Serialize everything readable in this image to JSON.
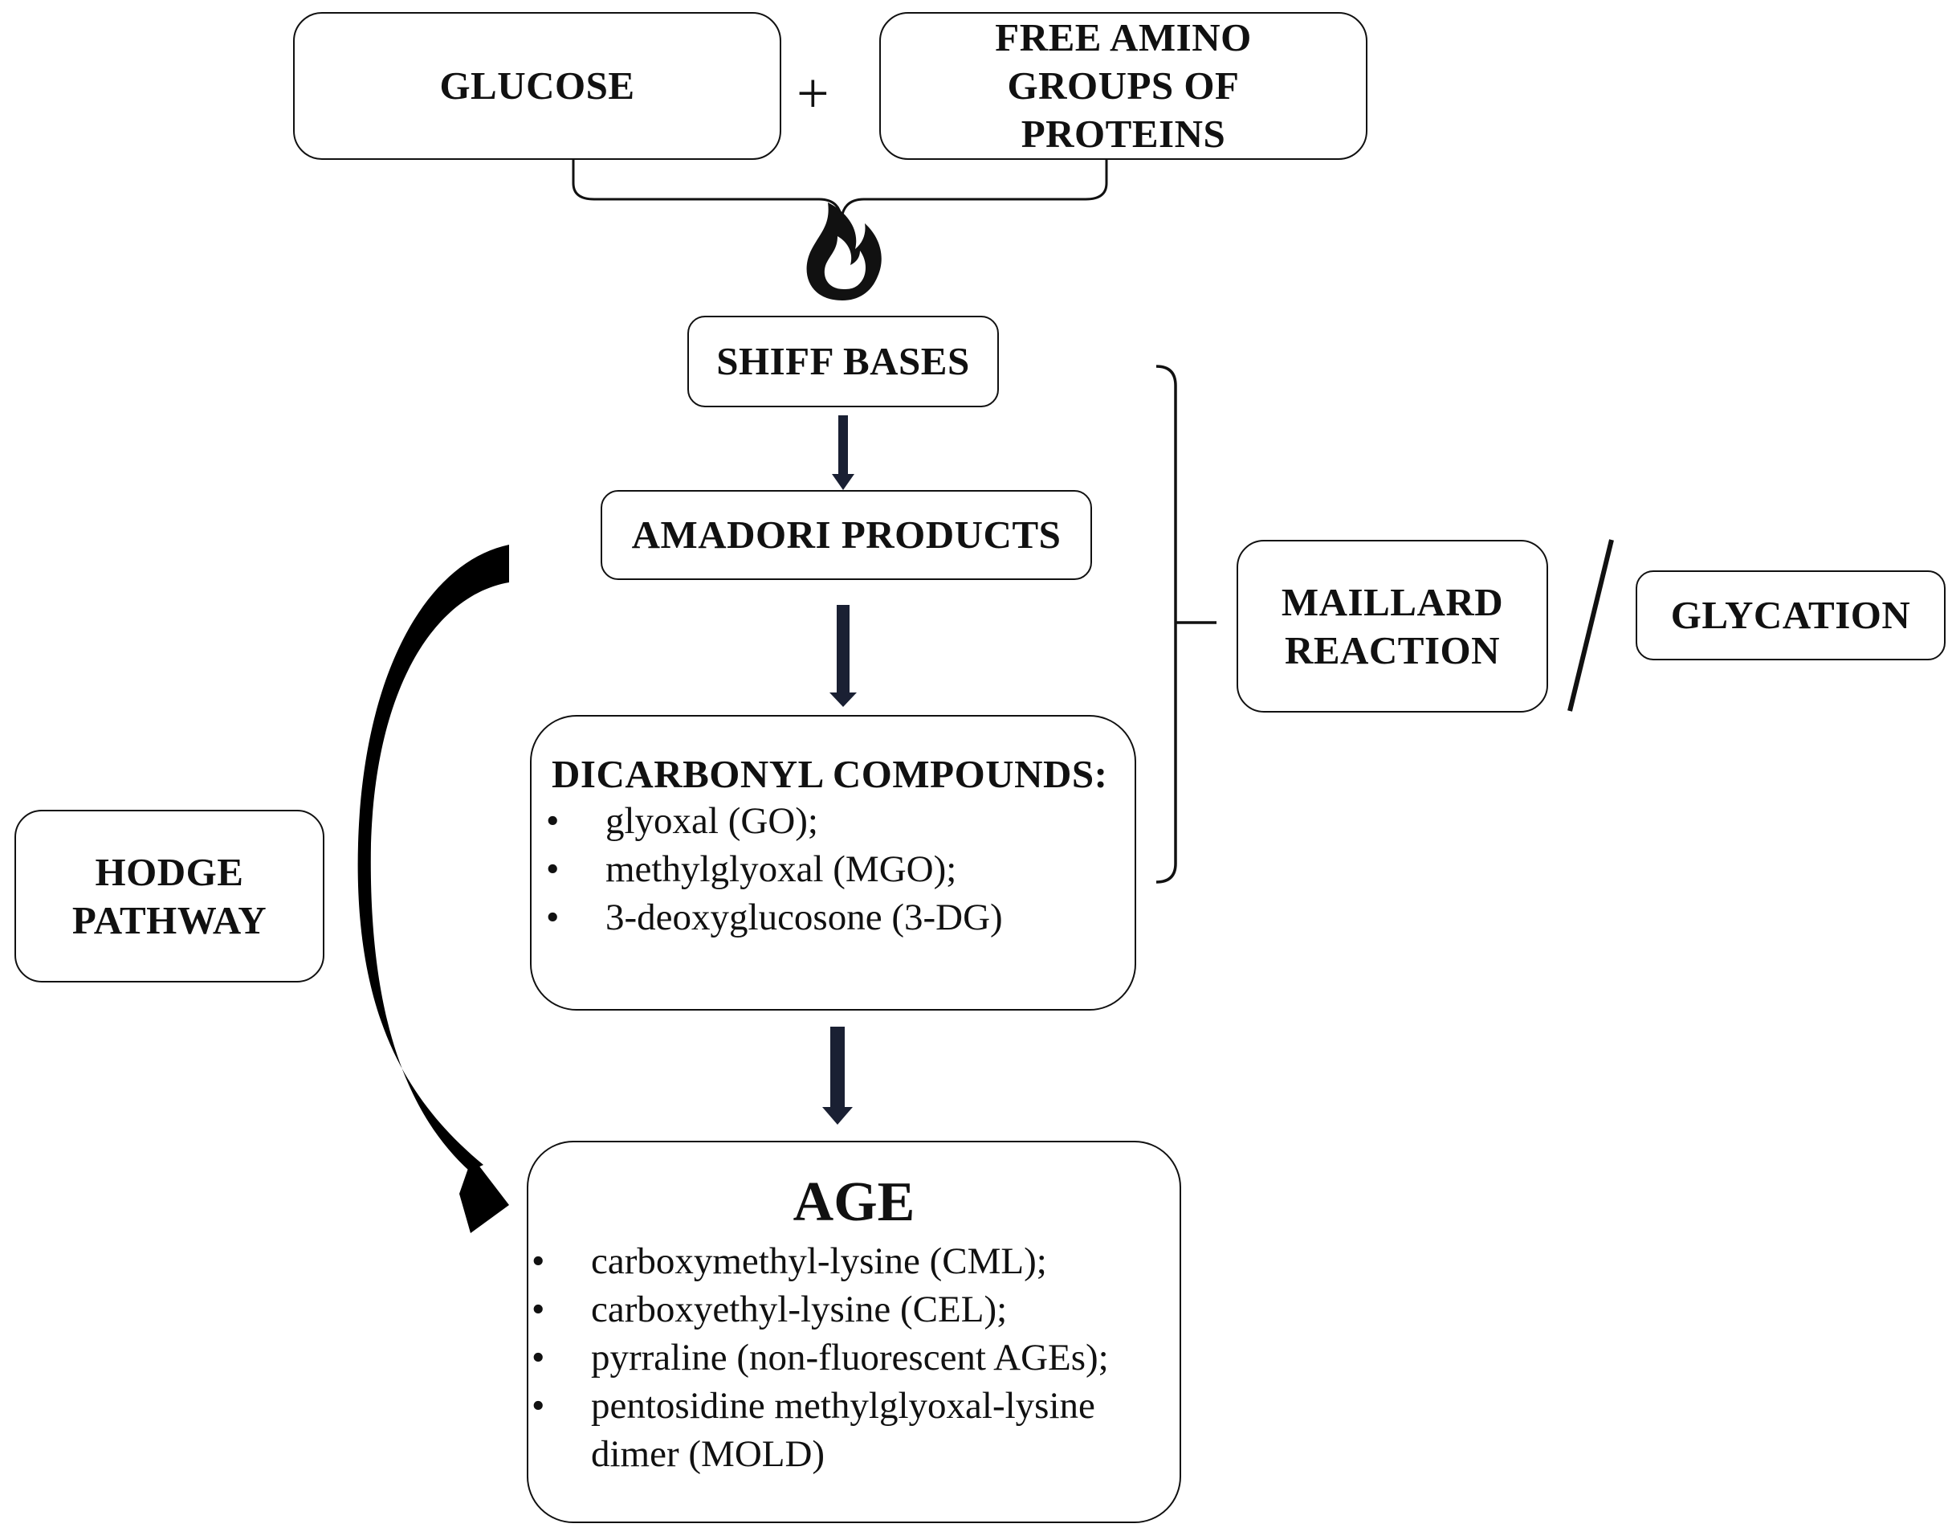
{
  "diagram": {
    "glucose": "GLUCOSE",
    "plus": "+",
    "amino_line1": "FREE AMINO",
    "amino_line2": "GROUPS OF",
    "amino_line3": "PROTEINS",
    "shiff": "SHIFF BASES",
    "amadori": "AMADORI PRODUCTS",
    "maillard_line1": "MAILLARD",
    "maillard_line2": "REACTION",
    "glycation": "GLYCATION",
    "hodge_line1": "HODGE",
    "hodge_line2": "PATHWAY",
    "dicarbonyl": {
      "title": "DICARBONYL COMPOUNDS:",
      "bullet": "•",
      "items": [
        "glyoxal  (GO);",
        "methylglyoxal  (MGO);",
        "3-deoxyglucosone (3-DG)"
      ]
    },
    "age": {
      "title": "AGE",
      "bullet": "•",
      "items": [
        "carboxymethyl-lysine  (CML);",
        "carboxyethyl-lysine  (CEL);",
        "pyrraline (non-fluorescent AGEs);",
        "pentosidine methylglyoxal-lysine"
      ],
      "continuation": "dimer (MOLD)"
    },
    "icons": [
      "flame-icon",
      "down-arrow-icon",
      "curved-arrow-icon",
      "bracket-icon",
      "slash-divider"
    ],
    "colors": {
      "line": "#111111",
      "arrow": "#1a2033",
      "background": "#ffffff"
    }
  }
}
